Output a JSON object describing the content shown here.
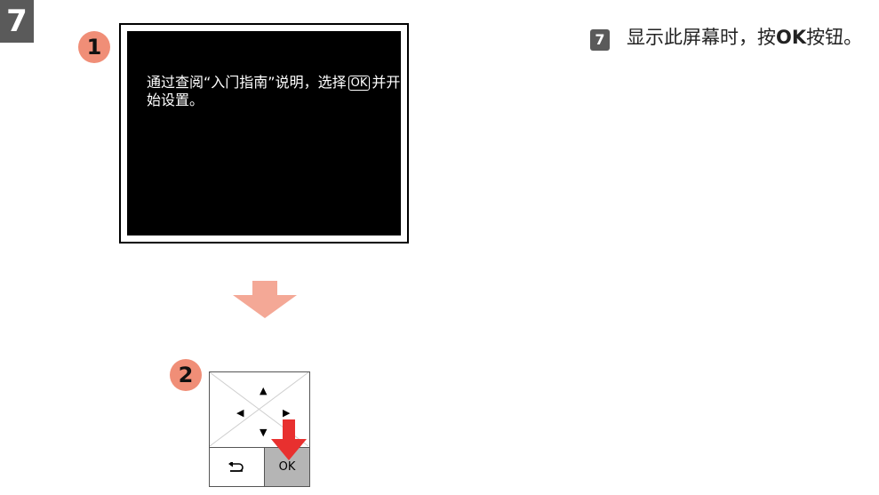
{
  "step_number": "7",
  "screen": {
    "marker": "1",
    "line_before_ok": "通过查阅“入门指南”说明，选择",
    "ok_label": "OK",
    "line_after_ok": "并开始设置。"
  },
  "panel": {
    "marker": "2",
    "back_symbol": "⮌",
    "ok_label": "OK"
  },
  "instruction": {
    "step": "7",
    "text_before": "显示此屏幕时，按",
    "button_name": "OK",
    "text_after": "按钮。"
  },
  "colors": {
    "badge_gray": "#5a5a5a",
    "marker_salmon": "#f08e77",
    "arrow_pink": "#f4a896",
    "press_red": "#e8302f"
  }
}
